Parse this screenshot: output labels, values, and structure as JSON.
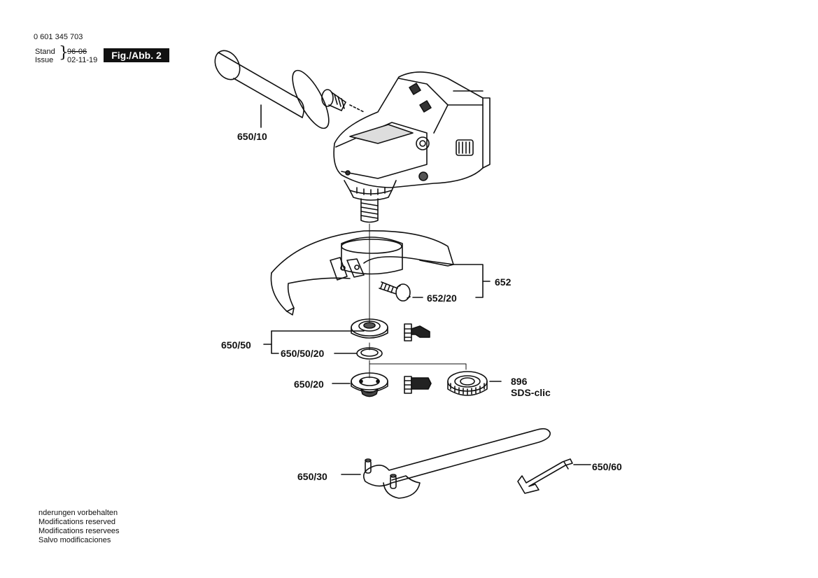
{
  "header": {
    "part_number": "0 601 345 703",
    "stand_label": "Stand",
    "issue_label": "Issue",
    "stand_value": "96-06",
    "issue_value": "02-11-19",
    "figure_title": "Fig./Abb. 2"
  },
  "parts": {
    "p650_10": "650/10",
    "p652": "652",
    "p652_20": "652/20",
    "p650_50": "650/50",
    "p650_50_20": "650/50/20",
    "p650_20": "650/20",
    "p896": "896",
    "p896_sub": "SDS-clic",
    "p650_30": "650/30",
    "p650_60": "650/60"
  },
  "footer": {
    "lines": [
      "nderungen vorbehalten",
      "Modifications reserved",
      "Modifications reservees",
      "Salvo modificaciones"
    ]
  }
}
